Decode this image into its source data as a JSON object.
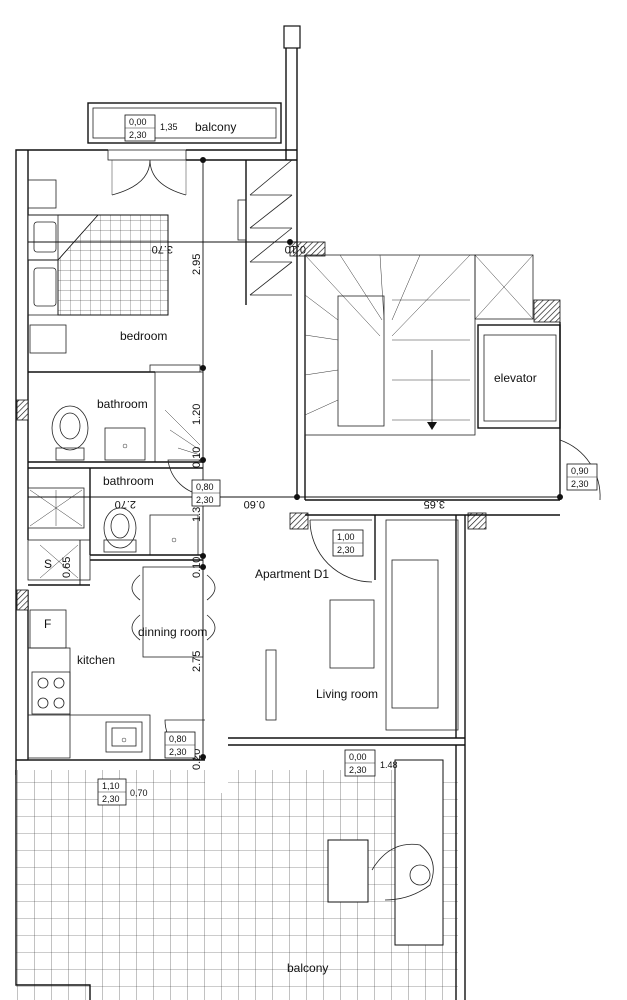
{
  "rooms": {
    "balcony_top": "balcony",
    "bedroom": "bedroom",
    "bathroom_1": "bathroom",
    "bathroom_2": "bathroom",
    "storage": "S",
    "fridge": "F",
    "kitchen": "kitchen",
    "dining": "dinning room",
    "apartment": "Apartment D1",
    "living": "Living room",
    "elevator": "elevator",
    "balcony_bottom": "balcony"
  },
  "dimensions": {
    "d_295": "2.95",
    "d_370": "3.70",
    "d_010_top": "0.10",
    "d_120": "1.20",
    "d_010_a": "0.10",
    "d_130": "1.30",
    "d_060": "0.60",
    "d_270": "2.70",
    "d_365": "3.65",
    "d_065": "0.65",
    "d_010_b": "0.10",
    "d_275": "2.75",
    "d_020": "0.20"
  },
  "openings": [
    {
      "top": "0,00",
      "bottom": "2,30",
      "side": "1,35"
    },
    {
      "top": "0,80",
      "bottom": "2,30",
      "side": ""
    },
    {
      "top": "1,00",
      "bottom": "2,30",
      "side": ""
    },
    {
      "top": "0,90",
      "bottom": "2,30",
      "side": ""
    },
    {
      "top": "0,80",
      "bottom": "2,30",
      "side": ""
    },
    {
      "top": "0,00",
      "bottom": "2,30",
      "side": "1.48"
    },
    {
      "top": "1,10",
      "bottom": "2,30",
      "side": "0,70"
    }
  ]
}
